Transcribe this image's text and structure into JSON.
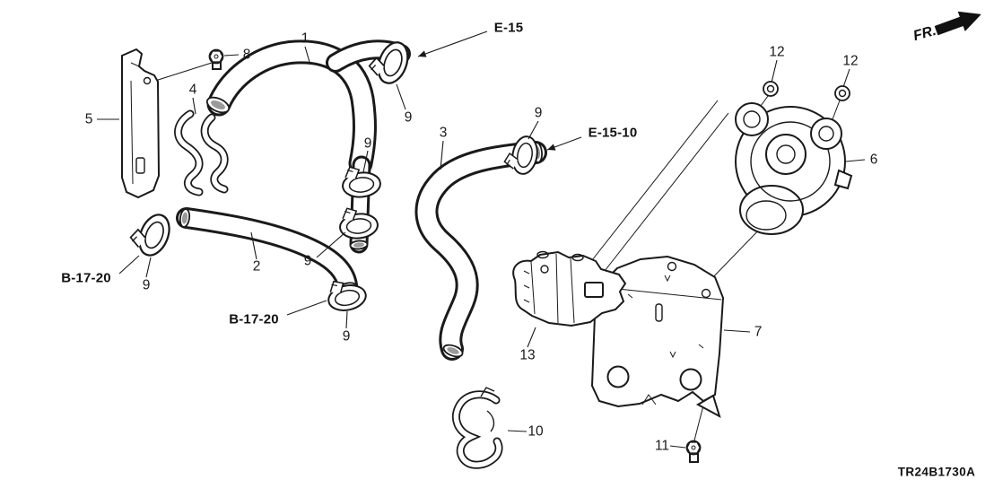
{
  "diagram_code": "TR24B1730A",
  "fr_label": "FR.",
  "callouts": {
    "c1": "1",
    "c2": "2",
    "c3": "3",
    "c4": "4",
    "c5": "5",
    "c6": "6",
    "c7": "7",
    "c8": "8",
    "c9": "9",
    "c10": "10",
    "c11": "11",
    "c12": "12",
    "c13": "13"
  },
  "references": {
    "e15": "E-15",
    "e15_10": "E-15-10",
    "b17_20": "B-17-20"
  },
  "colors": {
    "line": "#1a1a1a",
    "background": "#ffffff"
  }
}
